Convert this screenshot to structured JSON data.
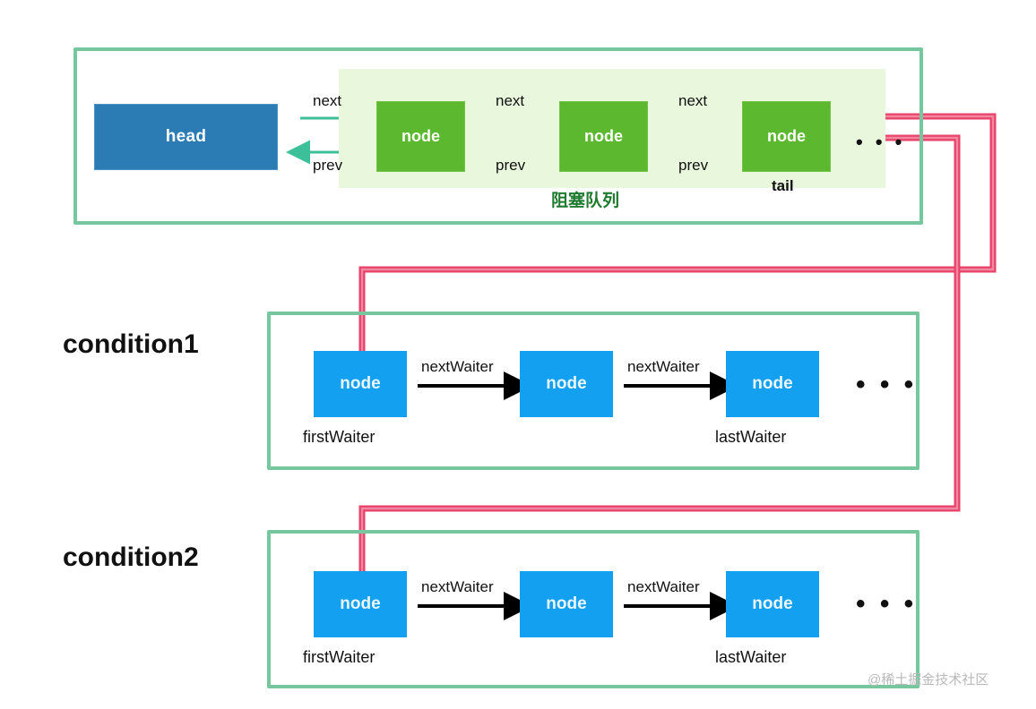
{
  "diagram": {
    "title_visible": false,
    "colors": {
      "container_border": "#76c79d",
      "queue_band_bg": "#e9f8dc",
      "head_box": "#2b7cb4",
      "queue_node": "#5cb82e",
      "condition_node": "#13a0f0",
      "queue_arrow": "#3dbf99",
      "waiter_arrow": "#000000",
      "signal_arrow": "#e8416a",
      "queue_label_text": "#1e7a2e"
    }
  },
  "queue": {
    "head_label": "head",
    "nodes": [
      {
        "label": "node"
      },
      {
        "label": "node"
      },
      {
        "label": "node"
      }
    ],
    "tail_caption": "tail",
    "band_label": "阻塞队列",
    "ellipsis": "• • •",
    "links": [
      {
        "forward": "next",
        "backward": "prev"
      },
      {
        "forward": "next",
        "backward": "prev"
      },
      {
        "forward": "next",
        "backward": "prev"
      }
    ]
  },
  "conditions": [
    {
      "title": "condition1",
      "nodes": [
        {
          "label": "node"
        },
        {
          "label": "node"
        },
        {
          "label": "node"
        }
      ],
      "link_labels": [
        "nextWaiter",
        "nextWaiter"
      ],
      "first_caption": "firstWaiter",
      "last_caption": "lastWaiter",
      "ellipsis": "• • •"
    },
    {
      "title": "condition2",
      "nodes": [
        {
          "label": "node"
        },
        {
          "label": "node"
        },
        {
          "label": "node"
        }
      ],
      "link_labels": [
        "nextWaiter",
        "nextWaiter"
      ],
      "first_caption": "firstWaiter",
      "last_caption": "lastWaiter",
      "ellipsis": "• • •"
    }
  ],
  "watermark": {
    "text": "@稀土掘金技术社区"
  }
}
